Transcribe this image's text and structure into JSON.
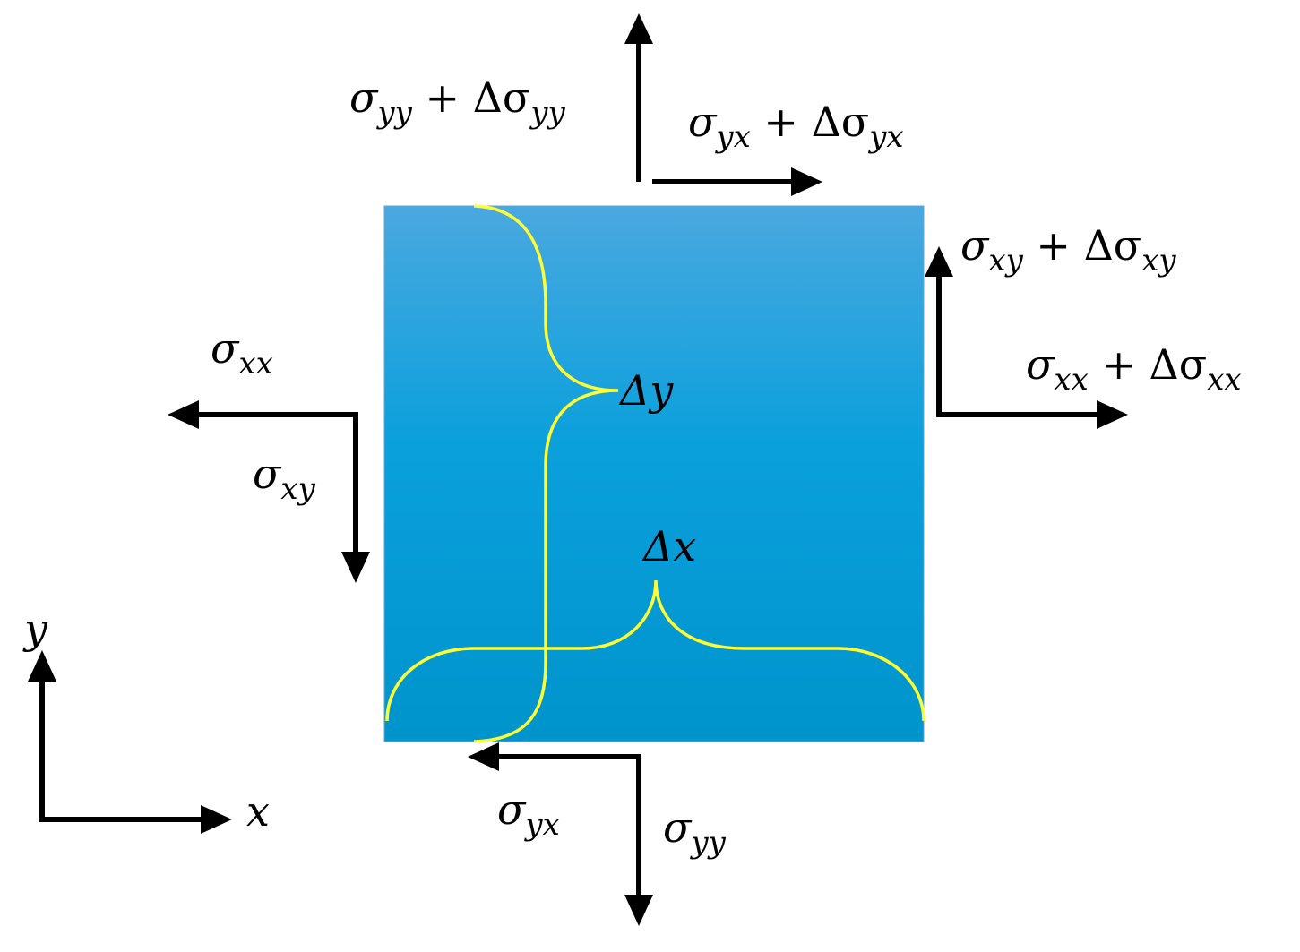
{
  "colors": {
    "block_top": "#4aa8df",
    "block_bottom": "#0094cc",
    "brace": "#ffff33",
    "arrow": "#000000"
  },
  "labels": {
    "top_normal": {
      "sym": "σ",
      "sub": "yy",
      "plus": " + Δσ",
      "sub2": "yy"
    },
    "top_shear": {
      "sym": "σ",
      "sub": "yx",
      "plus": " + Δσ",
      "sub2": "yx"
    },
    "right_shear": {
      "sym": "σ",
      "sub": "xy",
      "plus": " + Δσ",
      "sub2": "xy"
    },
    "right_normal": {
      "sym": "σ",
      "sub": "xx",
      "plus": " + Δσ",
      "sub2": "xx"
    },
    "left_normal": {
      "sym": "σ",
      "sub": "xx"
    },
    "left_shear": {
      "sym": "σ",
      "sub": "xy"
    },
    "bottom_shear": {
      "sym": "σ",
      "sub": "yx"
    },
    "bottom_normal": {
      "sym": "σ",
      "sub": "yy"
    },
    "delta_y": "Δy",
    "delta_x": "Δx",
    "axis_x": "x",
    "axis_y": "y"
  }
}
